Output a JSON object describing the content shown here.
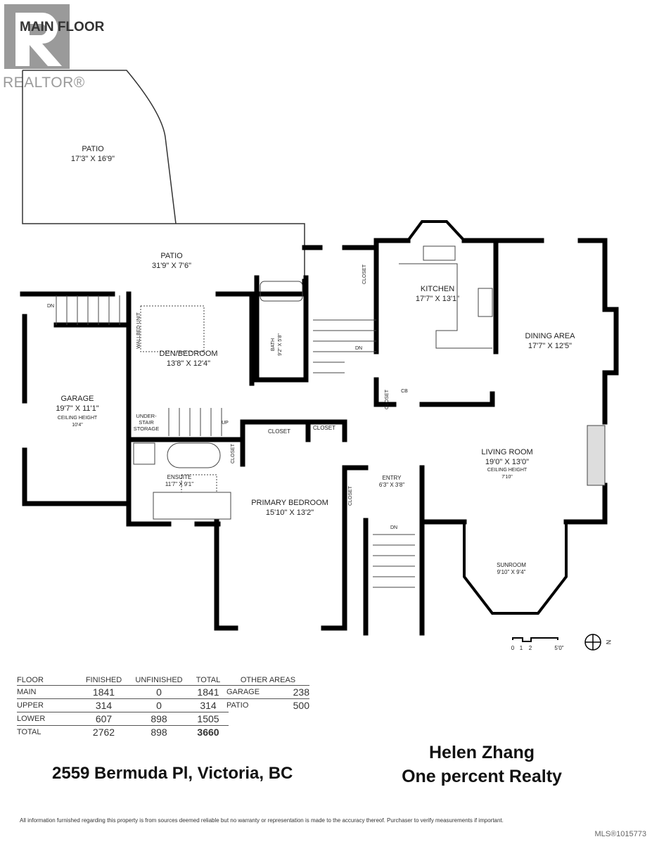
{
  "logo": {
    "text": "REALTOR®",
    "color": "#9a9a9a"
  },
  "title": "MAIN FLOOR",
  "rooms": {
    "patio1": {
      "name": "PATIO",
      "dims": "17'3\" X 16'9\""
    },
    "patio2": {
      "name": "PATIO",
      "dims": "31'9\" X 7'6\""
    },
    "garage": {
      "name": "GARAGE",
      "dims": "19'7\" X 11'1\"",
      "ceiling_label": "CEILING HEIGHT",
      "ceiling": "10'4\""
    },
    "den": {
      "name": "DEN/BEDROOM",
      "dims": "13'8\" X 12'4\""
    },
    "wallbed": "WALLBED UNIT",
    "bath": {
      "name": "BATH",
      "dims": "9'2\" X 5'8\""
    },
    "kitchen": {
      "name": "KITCHEN",
      "dims": "17'7\" X 13'1\""
    },
    "dining": {
      "name": "DINING AREA",
      "dims": "17'7\" X 12'5\""
    },
    "living": {
      "name": "LIVING ROOM",
      "dims": "19'0\" X 13'0\"",
      "ceiling_label": "CEILING HEIGHT",
      "ceiling": "7'10\""
    },
    "sunroom": {
      "name": "SUNROOM",
      "dims": "9'10\" X 9'4\""
    },
    "ensuite": {
      "name": "ENSUITE",
      "dims": "11'7\" X 9'1\""
    },
    "primary": {
      "name": "PRIMARY BEDROOM",
      "dims": "15'10\" X 13'2\""
    },
    "entry": {
      "name": "ENTRY",
      "dims": "6'3\" X 3'8\""
    },
    "understair": [
      "UNDER-",
      "STAIR",
      "STORAGE"
    ],
    "closet": "CLOSET",
    "cb": "CB",
    "dn": "DN",
    "up": "UP"
  },
  "scale": {
    "ticks": [
      "0",
      "1",
      "2",
      "5'0\""
    ],
    "north": "N"
  },
  "area_table": {
    "headers": [
      "FLOOR",
      "FINISHED",
      "UNFINISHED",
      "TOTAL"
    ],
    "rows": [
      [
        "MAIN",
        "1841",
        "0",
        "1841"
      ],
      [
        "UPPER",
        "314",
        "0",
        "314"
      ],
      [
        "LOWER",
        "607",
        "898",
        "1505"
      ],
      [
        "TOTAL",
        "2762",
        "898",
        "3660"
      ]
    ]
  },
  "other_areas": {
    "header": "OTHER AREAS",
    "rows": [
      [
        "GARAGE",
        "238"
      ],
      [
        "PATIO",
        "500"
      ]
    ]
  },
  "address": "2559 Bermuda Pl, Victoria, BC",
  "agent": {
    "name": "Helen Zhang",
    "company": "One percent Realty"
  },
  "disclaimer": "All information furnished regarding this property is from sources deemed reliable but no warranty or representation is made to the accuracy thereof. Purchaser to verify measurements if important.",
  "mls": "MLS®1015773"
}
